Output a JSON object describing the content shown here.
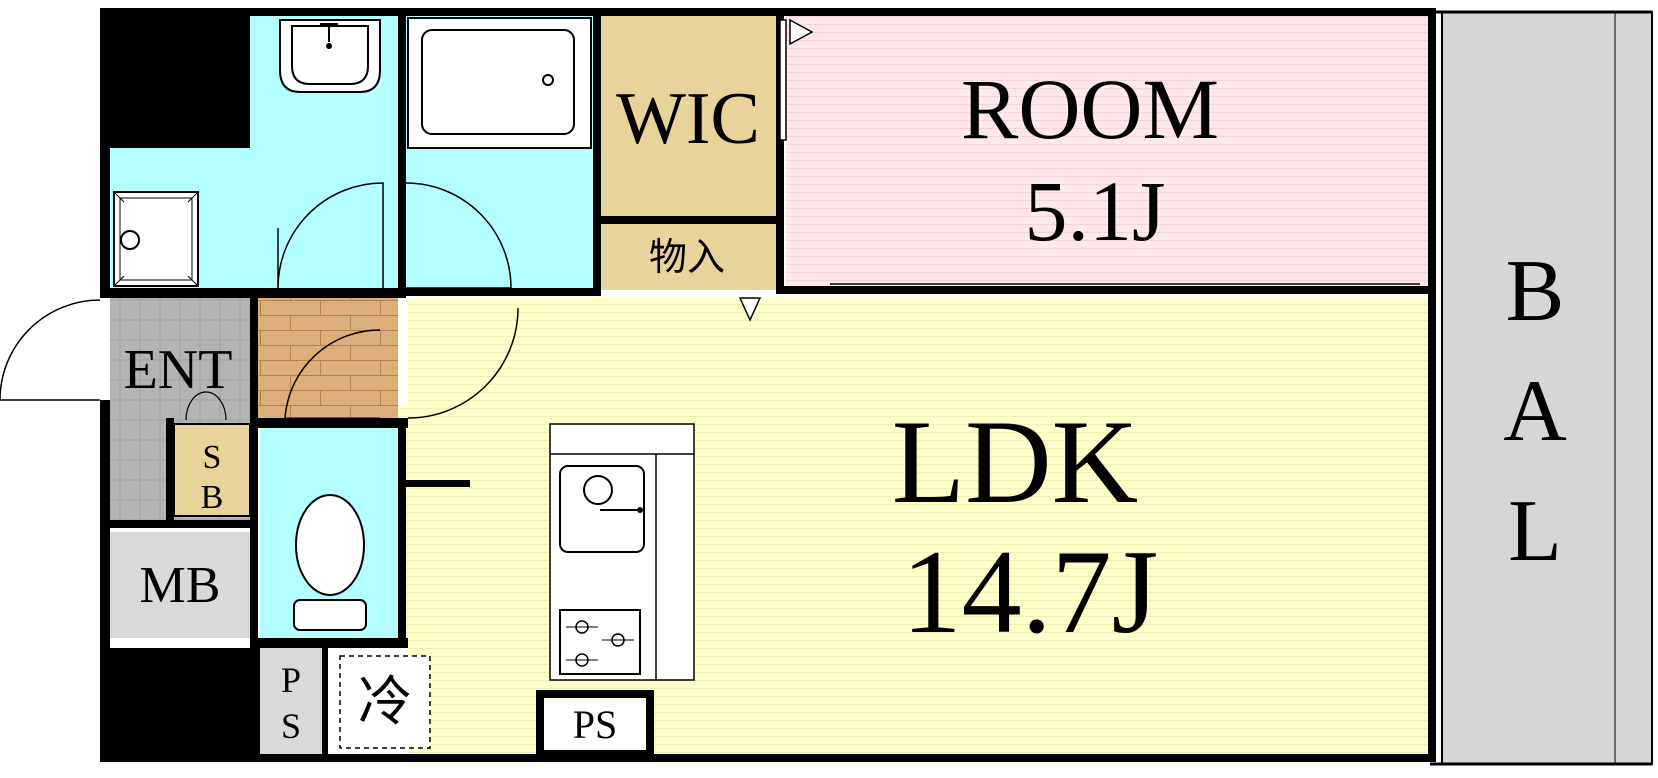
{
  "rooms": {
    "room": {
      "name": "ROOM",
      "size": "5.1J"
    },
    "ldk": {
      "name": "LDK",
      "size": "14.7J"
    },
    "wic": {
      "name": "WIC"
    },
    "storage": {
      "name": "物入"
    },
    "balcony": {
      "letters": [
        "B",
        "A",
        "L"
      ]
    },
    "entrance": {
      "name": "ENT"
    },
    "shoe_box": {
      "letters": [
        "S",
        "B"
      ]
    },
    "meter_box": {
      "name": "MB"
    },
    "ps_left": {
      "letters": [
        "P",
        "S"
      ]
    },
    "fridge": {
      "name": "冷"
    },
    "ps_kitchen": {
      "name": "PS"
    }
  },
  "colors": {
    "wall": "#000000",
    "wet_area": "#b3ffff",
    "room": "#fde8ec",
    "ldk": "#ffffcc",
    "closet": "#e8d49a",
    "balcony": "#d6d6d6",
    "entrance_tile": "#aaaaaa",
    "flooring": "#deb887",
    "meter_box": "#d9d9d9"
  }
}
